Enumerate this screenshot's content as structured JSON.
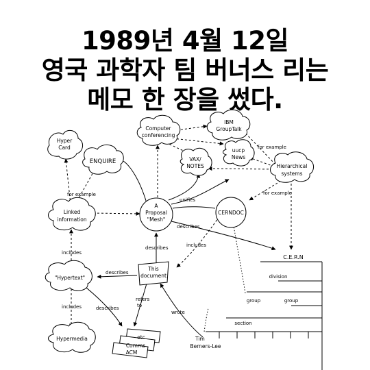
{
  "headline": {
    "line1": "1989년 4월 12일",
    "line2": "영국 과학자 팀 버너스 리는",
    "line3": "메모 한 장을 썼다."
  },
  "nodes": {
    "hypercard": [
      "Hyper",
      "Card"
    ],
    "enquire": [
      "ENQUIRE"
    ],
    "computer_conferencing": [
      "Computer",
      "conferencing"
    ],
    "ibm_grouptalk": [
      "IBM",
      "GroupTalk"
    ],
    "uucp_news": [
      "uucp",
      "News"
    ],
    "vax_notes": [
      "VAX/",
      "NOTES"
    ],
    "hierarchical_systems": [
      "Hierarchical",
      "systems"
    ],
    "linked_information": [
      "Linked",
      "information"
    ],
    "proposal_mesh": [
      "A",
      "Proposal",
      "\"Mesh\""
    ],
    "cerndoc": [
      "CERNDOC"
    ],
    "hypertext": [
      "\"Hypertext\""
    ],
    "this_document": [
      "This",
      "document"
    ],
    "hypermedia": [
      "Hypermedia"
    ],
    "etc_stack": [
      "etc",
      "Comms",
      "ACM"
    ],
    "tim": [
      "Tim",
      "Berners-Lee"
    ]
  },
  "edge_labels": {
    "for_example_left": "for example",
    "for_example_right_top": "for example",
    "for_example_right_mid": "for example",
    "unifies": "unifies",
    "describes_mesh_cern": "describes",
    "describes_doc_mesh": "describes",
    "includes_cerndoc": "includes",
    "includes_top": "includes",
    "includes_bottom": "includes",
    "describes_doc_hypertext": "describes",
    "describes_hypertext_etc": "describes",
    "refers_to": [
      "refers",
      "to"
    ],
    "wrote": "wrote"
  },
  "org_chart": {
    "root": "C.E.R.N",
    "division": "division",
    "group_left": "group",
    "group_right": "group",
    "section": "section"
  }
}
